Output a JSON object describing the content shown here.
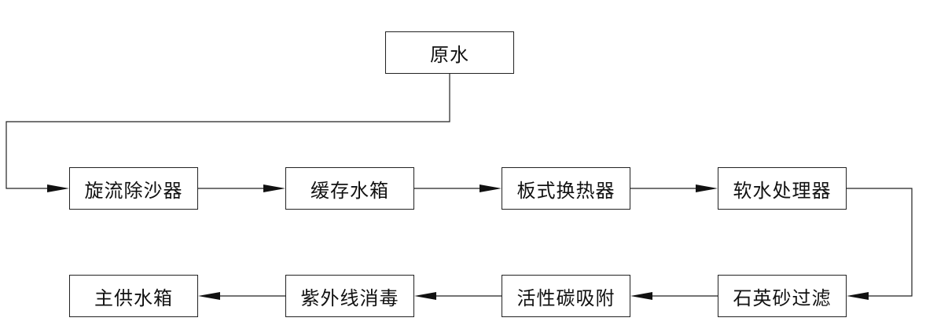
{
  "nodes": {
    "raw_water": "原水",
    "cyclone_desander": "旋流除沙器",
    "buffer_tank": "缓存水箱",
    "plate_heat_exchanger": "板式换热器",
    "water_softener": "软水处理器",
    "quartz_sand_filter": "石英砂过滤",
    "activated_carbon": "活性碳吸附",
    "uv_disinfection": "紫外线消毒",
    "main_supply_tank": "主供水箱"
  },
  "edges": [
    [
      "raw_water",
      "cyclone_desander"
    ],
    [
      "cyclone_desander",
      "buffer_tank"
    ],
    [
      "buffer_tank",
      "plate_heat_exchanger"
    ],
    [
      "plate_heat_exchanger",
      "water_softener"
    ],
    [
      "water_softener",
      "quartz_sand_filter"
    ],
    [
      "quartz_sand_filter",
      "activated_carbon"
    ],
    [
      "activated_carbon",
      "uv_disinfection"
    ],
    [
      "uv_disinfection",
      "main_supply_tank"
    ]
  ]
}
